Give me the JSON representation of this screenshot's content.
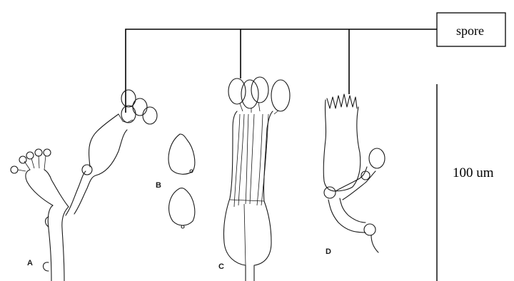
{
  "labels": {
    "spore": "spore",
    "scale": "100 um",
    "panel_a": "A",
    "panel_b": "B",
    "panel_c": "C",
    "panel_d": "D"
  }
}
